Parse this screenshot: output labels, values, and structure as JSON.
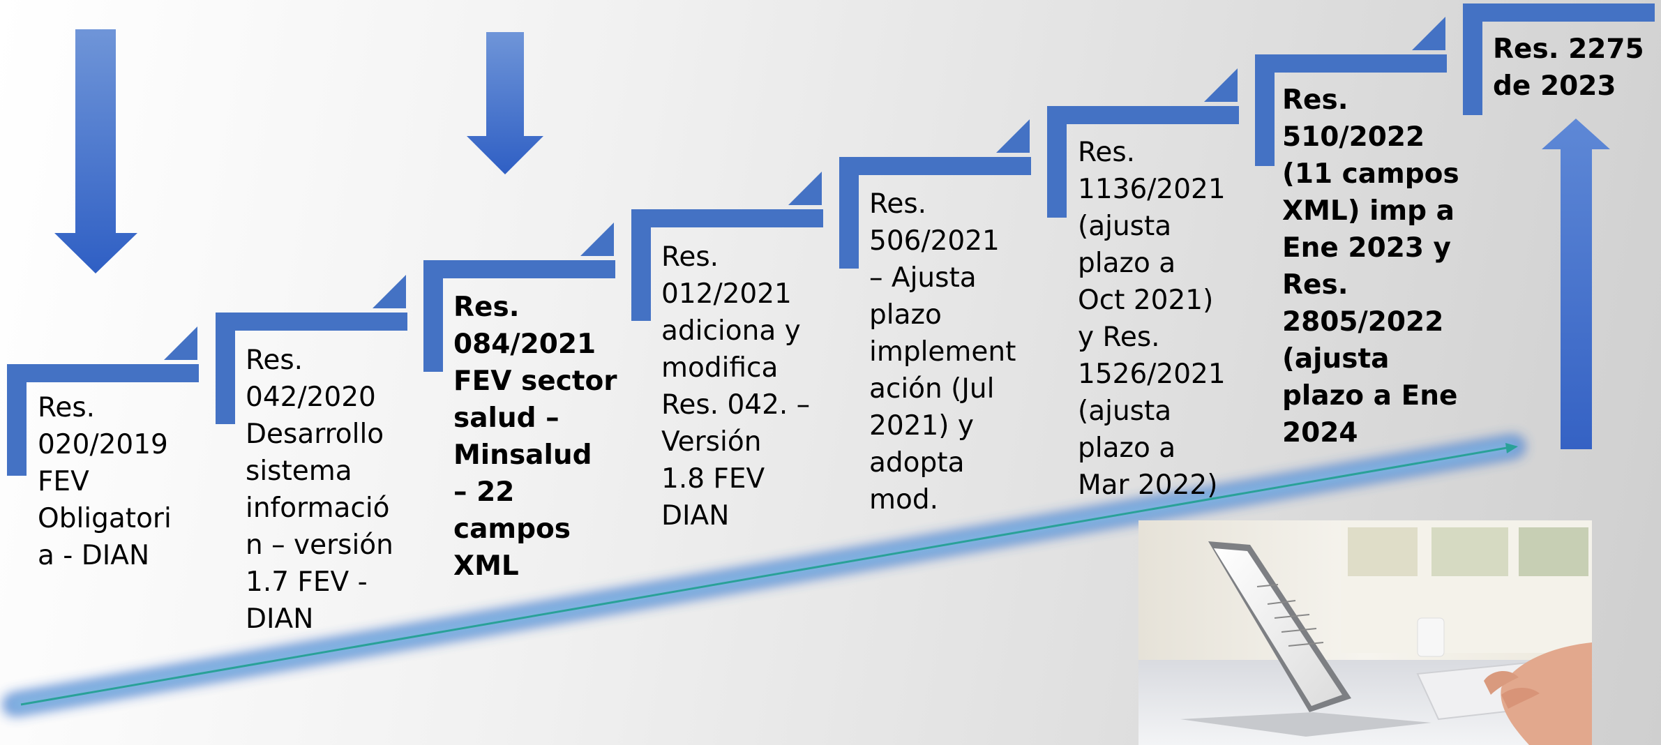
{
  "steps": [
    {
      "id": "s1",
      "lines": [
        "Res.",
        "020/2019",
        "FEV",
        "Obligatori",
        "a - DIAN"
      ],
      "bold": false
    },
    {
      "id": "s2",
      "lines": [
        "Res.",
        "042/2020",
        "Desarrollo",
        "sistema",
        "informació",
        "n – versión",
        "1.7 FEV -",
        "DIAN"
      ],
      "bold": false
    },
    {
      "id": "s3",
      "lines": [
        "Res.",
        "084/2021",
        "FEV sector",
        "salud –",
        "Minsalud",
        "– 22",
        "campos",
        "XML"
      ],
      "bold": true
    },
    {
      "id": "s4",
      "lines": [
        "Res.",
        "012/2021",
        "adiciona y",
        "modifica",
        "Res. 042. –",
        "Versión",
        "1.8 FEV",
        "DIAN"
      ],
      "bold": false
    },
    {
      "id": "s5",
      "lines": [
        "Res.",
        "506/2021",
        "– Ajusta",
        "plazo",
        "implement",
        "ación  (Jul",
        "2021) y",
        "adopta",
        "mod."
      ],
      "bold": false
    },
    {
      "id": "s6",
      "lines": [
        "Res.",
        "1136/2021",
        "(ajusta",
        "plazo a",
        "Oct 2021)",
        "y Res.",
        "1526/2021",
        "(ajusta",
        "plazo a",
        "Mar 2022)"
      ],
      "bold": false
    },
    {
      "id": "s7",
      "lines": [
        "Res.",
        "510/2022",
        "(11 campos",
        "XML) imp a",
        "Ene 2023 y",
        "Res.",
        "2805/2022",
        "(ajusta",
        "plazo a Ene",
        "2024"
      ],
      "bold": true
    },
    {
      "id": "s8",
      "lines": [
        "Res. 2275",
        "de 2023"
      ],
      "bold": true
    }
  ],
  "colors": {
    "step": "#4472c4",
    "arrow": "#3c67c2",
    "glow": "#7fc6e3",
    "line": "#2aa198"
  },
  "image": {
    "subject": "laptop-with-hand-typing-photo"
  }
}
